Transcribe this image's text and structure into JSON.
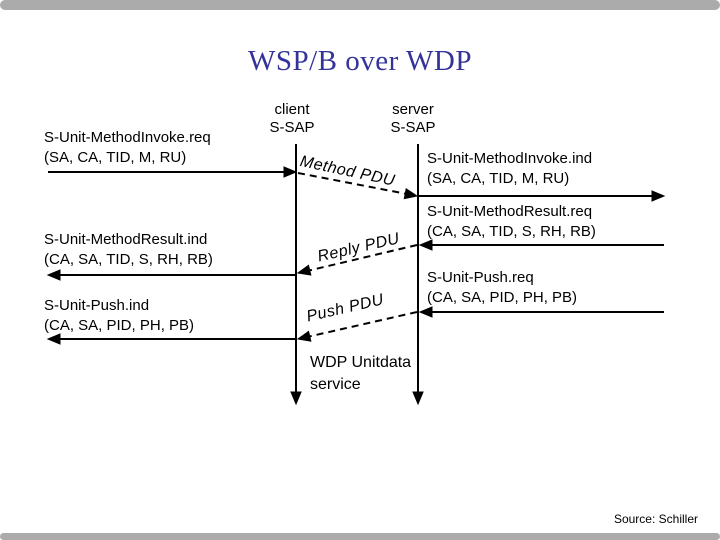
{
  "slide": {
    "title": "WSP/B over WDP",
    "source": "Source: Schiller"
  },
  "lifelines": {
    "client": {
      "line1": "client",
      "line2": "S-SAP"
    },
    "server": {
      "line1": "server",
      "line2": "S-SAP"
    }
  },
  "left_events": [
    {
      "name": "S-Unit-MethodInvoke.req",
      "params": "(SA, CA, TID, M, RU)"
    },
    {
      "name": "S-Unit-MethodResult.ind",
      "params": "(CA, SA, TID, S, RH, RB)"
    },
    {
      "name": "S-Unit-Push.ind",
      "params": "(CA, SA, PID, PH, PB)"
    }
  ],
  "right_events": [
    {
      "name": "S-Unit-MethodInvoke.ind",
      "params": "(SA, CA, TID, M, RU)"
    },
    {
      "name": "S-Unit-MethodResult.req",
      "params": "(CA, SA, TID, S, RH, RB)"
    },
    {
      "name": "S-Unit-Push.req",
      "params": "(CA, SA, PID, PH, PB)"
    }
  ],
  "pdus": {
    "method": "Method PDU",
    "reply": "Reply PDU",
    "push": "Push PDU"
  },
  "wdp_service": {
    "line1": "WDP Unitdata",
    "line2": "service"
  },
  "colors": {
    "title": "#333399",
    "bar": "#ababab",
    "line": "#000000"
  }
}
